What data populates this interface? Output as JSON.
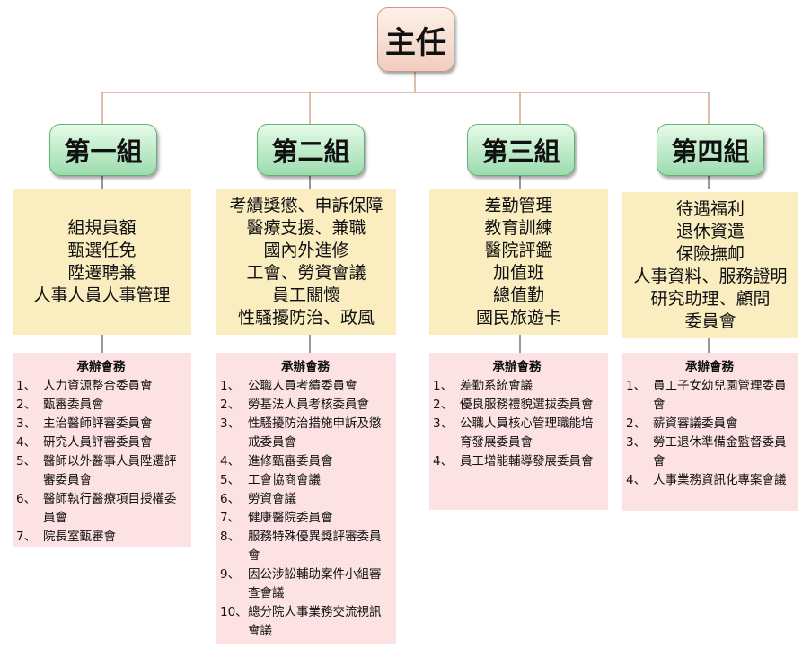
{
  "root": {
    "title": "主任"
  },
  "groups": [
    {
      "name": "第一組",
      "duties": [
        "組規員額",
        "甄選任免",
        "陞遷聘兼",
        "人事人員人事管理"
      ],
      "committee_title": "承辦會務",
      "committees": [
        {
          "num": "1、",
          "text": "人力資源整合委員會"
        },
        {
          "num": "2、",
          "text": "甄審委員會"
        },
        {
          "num": "3、",
          "text": "主治醫師評審委員會"
        },
        {
          "num": "4、",
          "text": "研究人員評審委員會"
        },
        {
          "num": "5、",
          "text": "醫師以外醫事人員陞遷評審委員會"
        },
        {
          "num": "6、",
          "text": "醫師執行醫療項目授權委員會"
        },
        {
          "num": "7、",
          "text": "院長室甄審會"
        }
      ]
    },
    {
      "name": "第二組",
      "duties": [
        "考績獎懲、申訴保障",
        "醫療支援、兼職",
        "國內外進修",
        "工會、勞資會議",
        "員工關懷",
        "性騷擾防治、政風"
      ],
      "committee_title": "承辦會務",
      "committees": [
        {
          "num": "1、",
          "text": "公職人員考績委員會"
        },
        {
          "num": "2、",
          "text": "勞基法人員考核委員會"
        },
        {
          "num": "3、",
          "text": "性騷擾防治措施申訴及懲戒委員會"
        },
        {
          "num": "4、",
          "text": "進修甄審委員會"
        },
        {
          "num": "5、",
          "text": "工會協商會議"
        },
        {
          "num": "6、",
          "text": "勞資會議"
        },
        {
          "num": "7、",
          "text": "健康醫院委員會"
        },
        {
          "num": "8、",
          "text": "服務特殊優異獎評審委員會"
        },
        {
          "num": "9、",
          "text": "因公涉訟輔助案件小組審查會議"
        },
        {
          "num": "10、",
          "text": "總分院人事業務交流視訊會議"
        }
      ]
    },
    {
      "name": "第三組",
      "duties": [
        "差勤管理",
        "教育訓練",
        "醫院評鑑",
        "加值班",
        "總值勤",
        "國民旅遊卡"
      ],
      "committee_title": "承辦會務",
      "committees": [
        {
          "num": "1、",
          "text": "差勤系統會議"
        },
        {
          "num": "2、",
          "text": "優良服務禮貌選拔委員會"
        },
        {
          "num": "3、",
          "text": "公職人員核心管理職能培育發展委員會"
        },
        {
          "num": "4、",
          "text": "員工增能輔導發展委員會"
        }
      ]
    },
    {
      "name": "第四組",
      "duties": [
        "待遇福利",
        "退休資遣",
        "保險撫卹",
        "人事資料、服務證明",
        "研究助理、顧問",
        "委員會"
      ],
      "committee_title": "承辦會務",
      "committees": [
        {
          "num": "1、",
          "text": "員工子女幼兒園管理委員會"
        },
        {
          "num": "2、",
          "text": "薪資審議委員會"
        },
        {
          "num": "3、",
          "text": "勞工退休準備金監督委員會"
        },
        {
          "num": "4、",
          "text": "人事業務資訊化專案會議"
        }
      ]
    }
  ]
}
